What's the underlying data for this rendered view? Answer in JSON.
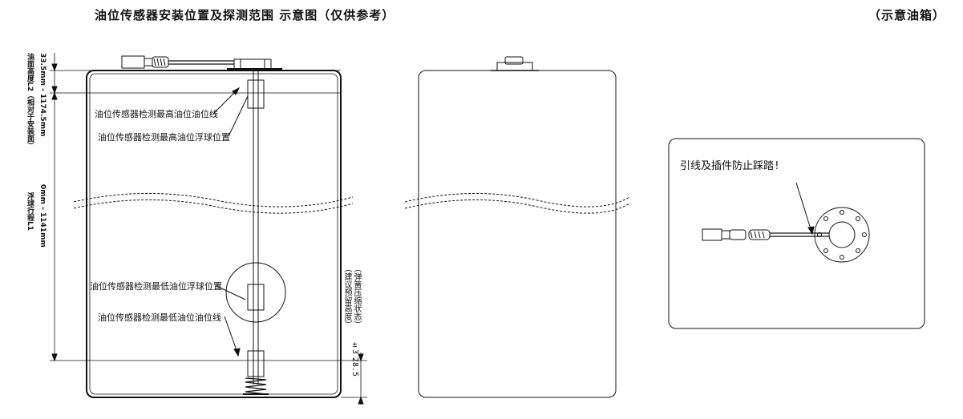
{
  "title": "油位传感器安装位置及探测范围 示意图（仅供参考）",
  "title_right": "（示意油箱）",
  "dims": {
    "l2_label": "油面高度L2（相对于安装面）",
    "l2_value": "33.5mm - 1174.5mm",
    "l1_label": "浮球行程L1",
    "l1_value": "0mm - 1141mm",
    "reserve_label": "（建议预留高度）",
    "reserve_sub": "（弹簧压缩状态）",
    "reserve_value": "28.5",
    "reserve_tol": "±3"
  },
  "annotations": {
    "max_line": "油位传感器检测最高油位油位线",
    "max_float": "油位传感器检测最高油位浮球位置",
    "min_float": "油位传感器检测最低油位浮球位置",
    "min_line": "油位传感器检测最低油位油位线"
  },
  "warning": "引线及插件防止踩踏!"
}
